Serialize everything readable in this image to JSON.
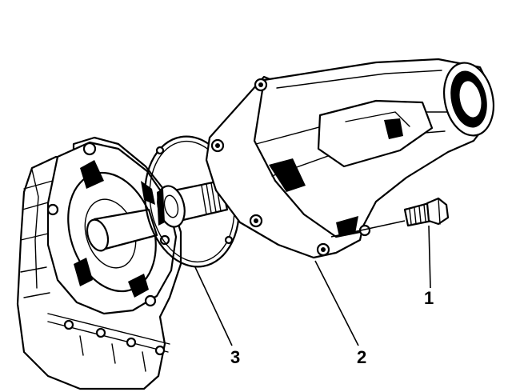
{
  "callouts": [
    {
      "id": "1",
      "label": "1",
      "part": "bolt"
    },
    {
      "id": "2",
      "label": "2",
      "part": "extension-housing"
    },
    {
      "id": "3",
      "label": "3",
      "part": "gasket"
    }
  ],
  "colors": {
    "ink": "#000000",
    "paper": "#ffffff"
  }
}
